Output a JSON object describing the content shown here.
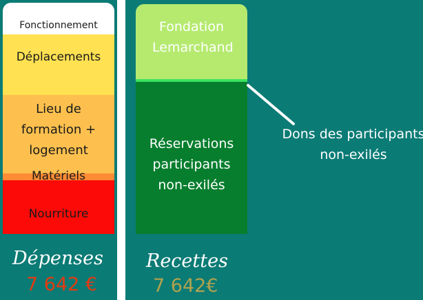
{
  "colors": {
    "background": "#0b7b75",
    "divider": "#ffffff",
    "expense_total": "#e23b12",
    "revenue_total": "#b0a24f"
  },
  "chart_data": [
    {
      "type": "bar",
      "subtype": "stacked",
      "title": "Dépenses",
      "total_label": "7 642 €",
      "total_value": 7642,
      "segments": [
        {
          "name": "Fonctionnement",
          "label": "Fonctionnement",
          "share": 0.137,
          "color": "#ffffff"
        },
        {
          "name": "Déplacements",
          "label": "Déplacements",
          "share": 0.262,
          "color": "#ffe151"
        },
        {
          "name": "Lieu de formation + logement",
          "label": "Lieu de formation + logement",
          "share": 0.339,
          "color": "#fdc04e"
        },
        {
          "name": "Matériels",
          "label": "Matériels",
          "share": 0.03,
          "color": "#ff8b34"
        },
        {
          "name": "Nourriture",
          "label": "Nourriture",
          "share": 0.232,
          "color": "#fb0a07"
        }
      ]
    },
    {
      "type": "bar",
      "subtype": "stacked",
      "title": "Recettes",
      "total_label": "7 642€",
      "total_value": 7642,
      "segments": [
        {
          "name": "Fondation Lemarchand",
          "label": "Fondation Lemarchand",
          "share": 0.326,
          "color": "#b5ea6f"
        },
        {
          "name": "Dons des participants non-exilés",
          "label": "",
          "share": 0.012,
          "color": "#3ce25f"
        },
        {
          "name": "Réservations participants non-exilés",
          "label": "Réservations participants non-exilés",
          "share": 0.662,
          "color": "#077e2e"
        }
      ],
      "annotation": "Dons des participants non-exilés"
    }
  ]
}
